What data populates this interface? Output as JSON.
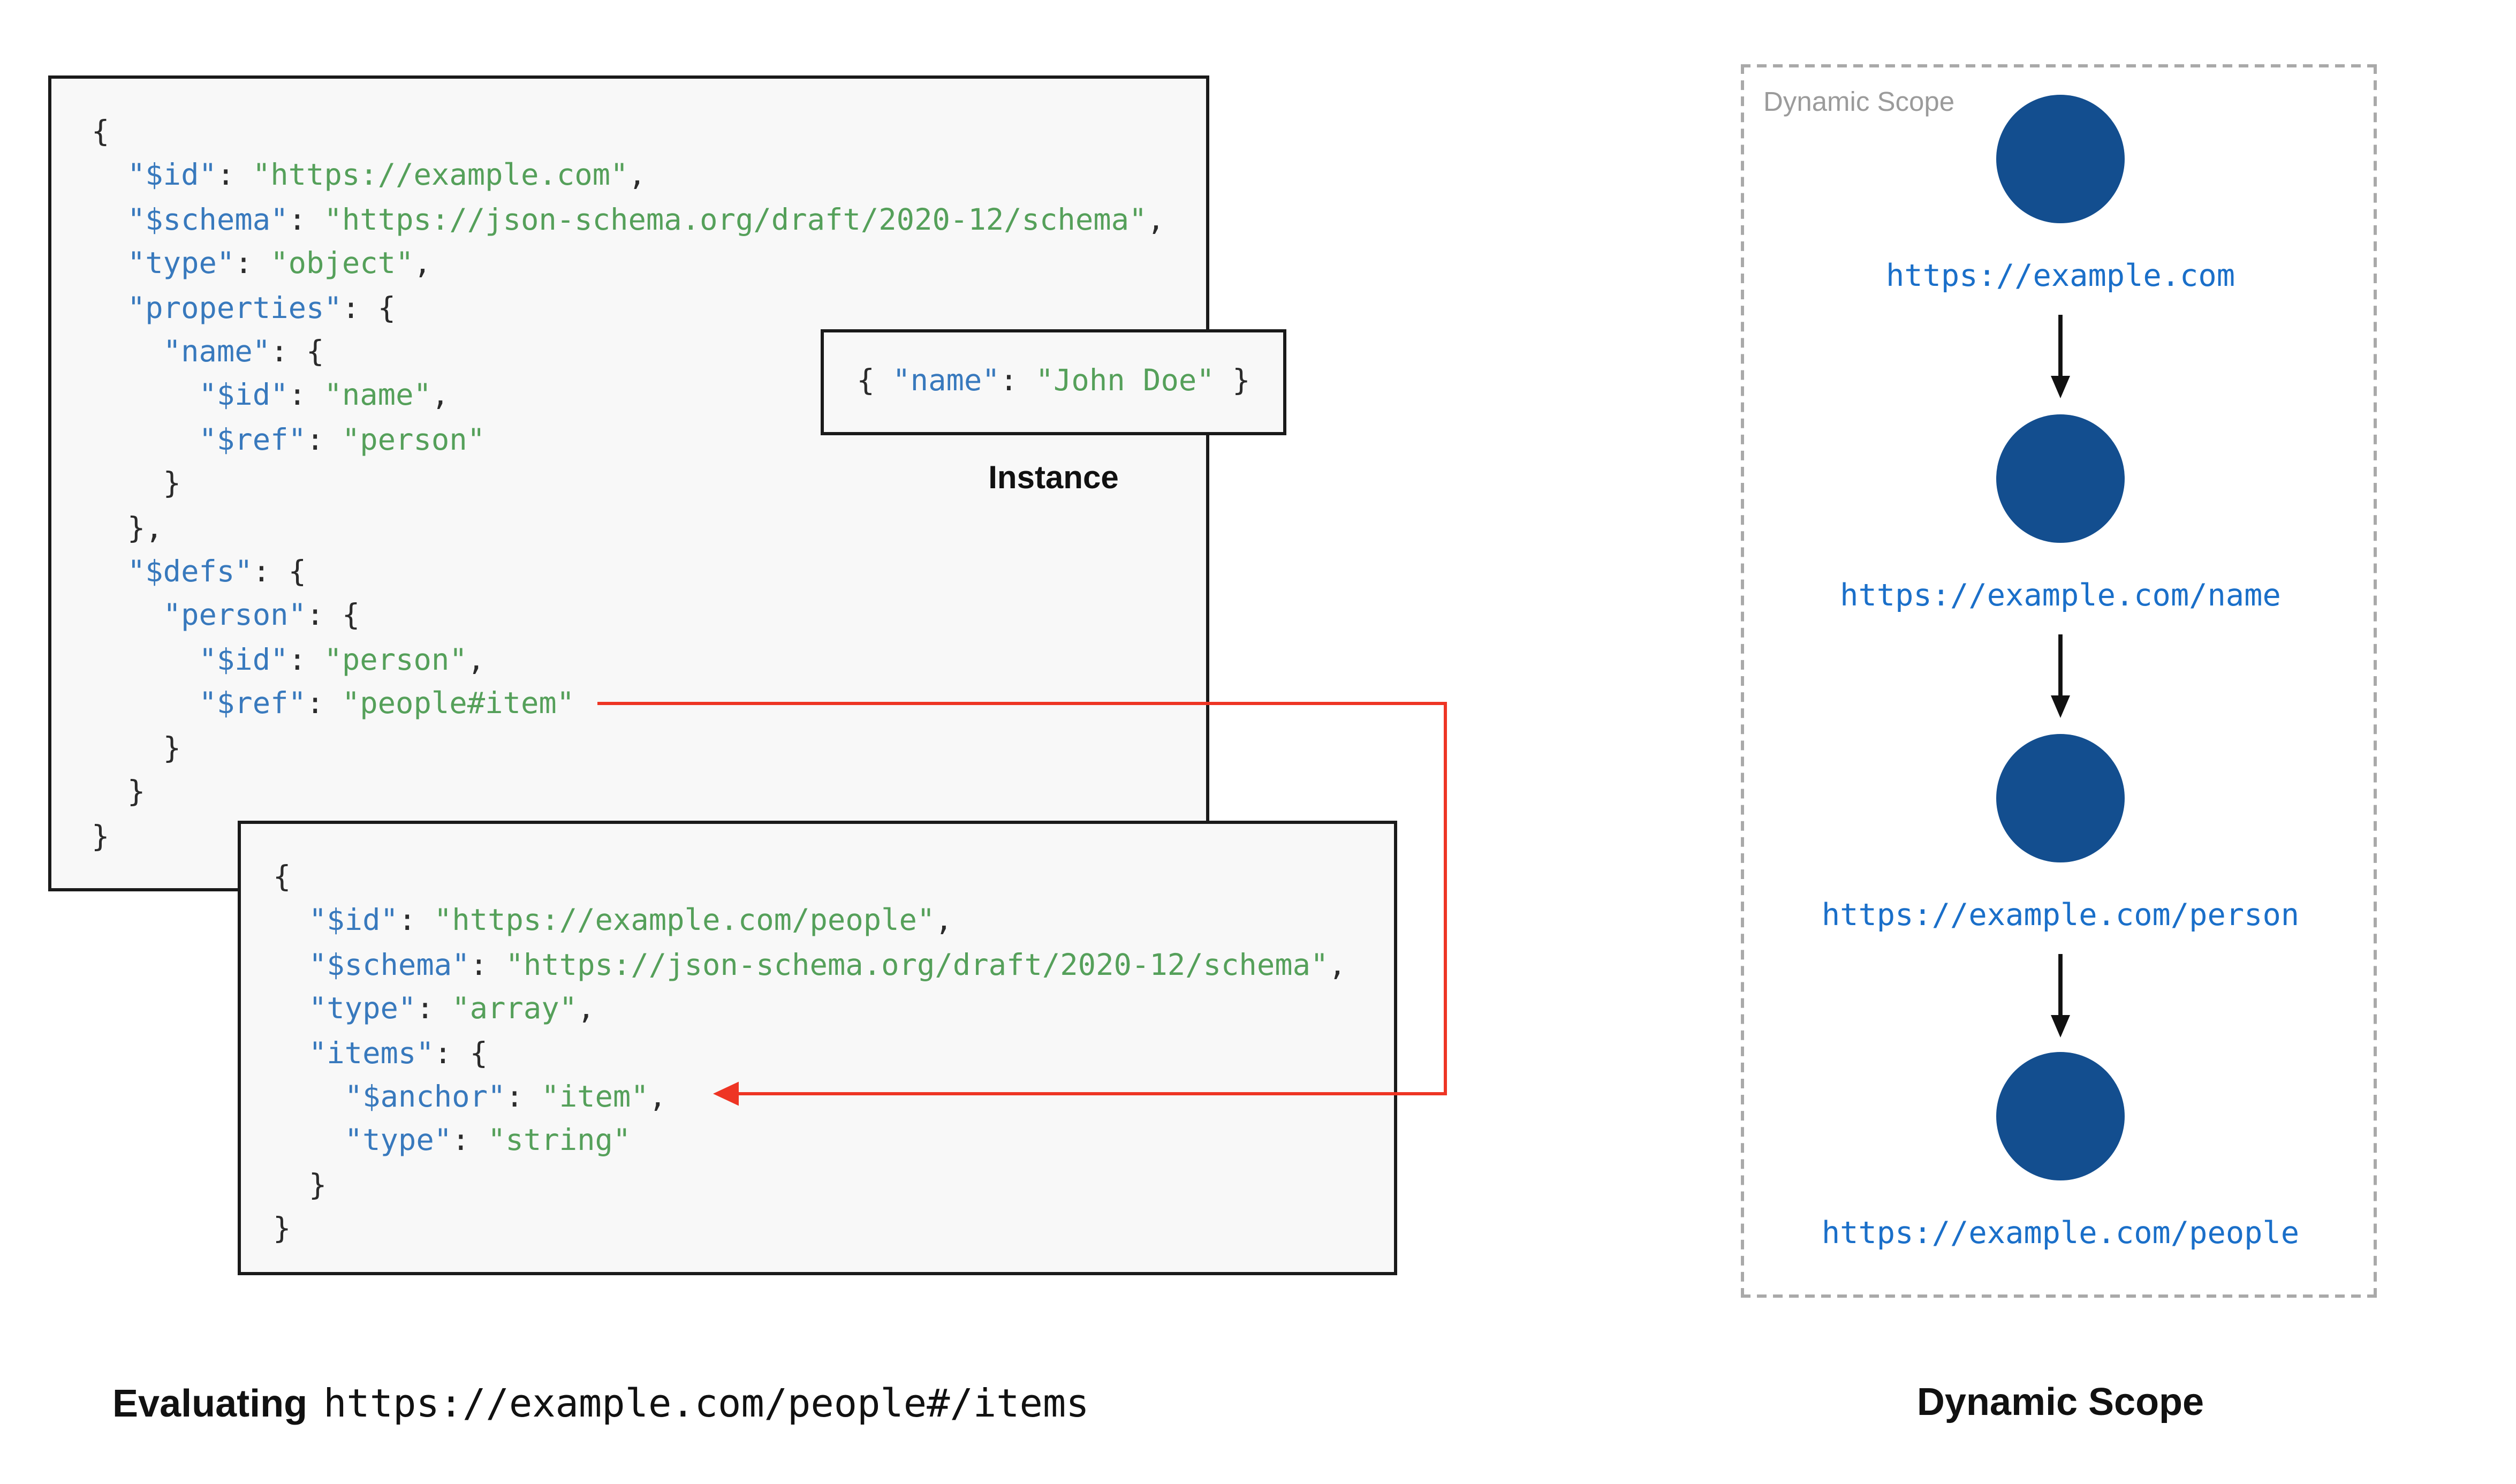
{
  "colors": {
    "key-blue": "#3879bd",
    "string-green": "#55a05a",
    "code-plain": "#2b2b2b",
    "node-blue": "#134e8f",
    "url-blue": "#1a6fc9",
    "arrow-red": "#ee3524",
    "box-fill": "#f8f8f8",
    "box-border": "#1a1a1a",
    "dashed-border": "#a9a9a9",
    "scope-label-gray": "#9b9b9b"
  },
  "left_panel": {
    "schema1_code": [
      [
        [
          "p",
          "{"
        ]
      ],
      [
        [
          "p",
          "  "
        ],
        [
          "k",
          "\"$id\""
        ],
        [
          "p",
          ": "
        ],
        [
          "s",
          "\"https://example.com\""
        ],
        [
          "p",
          ","
        ]
      ],
      [
        [
          "p",
          "  "
        ],
        [
          "k",
          "\"$schema\""
        ],
        [
          "p",
          ": "
        ],
        [
          "s",
          "\"https://json-schema.org/draft/2020-12/schema\""
        ],
        [
          "p",
          ","
        ]
      ],
      [
        [
          "p",
          "  "
        ],
        [
          "k",
          "\"type\""
        ],
        [
          "p",
          ": "
        ],
        [
          "s",
          "\"object\""
        ],
        [
          "p",
          ","
        ]
      ],
      [
        [
          "p",
          "  "
        ],
        [
          "k",
          "\"properties\""
        ],
        [
          "p",
          ": {"
        ]
      ],
      [
        [
          "p",
          "    "
        ],
        [
          "k",
          "\"name\""
        ],
        [
          "p",
          ": {"
        ]
      ],
      [
        [
          "p",
          "      "
        ],
        [
          "k",
          "\"$id\""
        ],
        [
          "p",
          ": "
        ],
        [
          "s",
          "\"name\""
        ],
        [
          "p",
          ","
        ]
      ],
      [
        [
          "p",
          "      "
        ],
        [
          "k",
          "\"$ref\""
        ],
        [
          "p",
          ": "
        ],
        [
          "s",
          "\"person\""
        ]
      ],
      [
        [
          "p",
          "    }"
        ]
      ],
      [
        [
          "p",
          "  },"
        ]
      ],
      [
        [
          "p",
          "  "
        ],
        [
          "k",
          "\"$defs\""
        ],
        [
          "p",
          ": {"
        ]
      ],
      [
        [
          "p",
          "    "
        ],
        [
          "k",
          "\"person\""
        ],
        [
          "p",
          ": {"
        ]
      ],
      [
        [
          "p",
          "      "
        ],
        [
          "k",
          "\"$id\""
        ],
        [
          "p",
          ": "
        ],
        [
          "s",
          "\"person\""
        ],
        [
          "p",
          ","
        ]
      ],
      [
        [
          "p",
          "      "
        ],
        [
          "k",
          "\"$ref\""
        ],
        [
          "p",
          ": "
        ],
        [
          "s",
          "\"people#item\""
        ]
      ],
      [
        [
          "p",
          "    }"
        ]
      ],
      [
        [
          "p",
          "  }"
        ]
      ],
      [
        [
          "p",
          "}"
        ]
      ]
    ],
    "instance_code": [
      [
        [
          "p",
          "{ "
        ],
        [
          "k",
          "\"name\""
        ],
        [
          "p",
          ": "
        ],
        [
          "s",
          "\"John Doe\""
        ],
        [
          "p",
          " }"
        ]
      ]
    ],
    "instance_label": "Instance",
    "schema2_code": [
      [
        [
          "p",
          "{"
        ]
      ],
      [
        [
          "p",
          "  "
        ],
        [
          "k",
          "\"$id\""
        ],
        [
          "p",
          ": "
        ],
        [
          "s",
          "\"https://example.com/people\""
        ],
        [
          "p",
          ","
        ]
      ],
      [
        [
          "p",
          "  "
        ],
        [
          "k",
          "\"$schema\""
        ],
        [
          "p",
          ": "
        ],
        [
          "s",
          "\"https://json-schema.org/draft/2020-12/schema\""
        ],
        [
          "p",
          ","
        ]
      ],
      [
        [
          "p",
          "  "
        ],
        [
          "k",
          "\"type\""
        ],
        [
          "p",
          ": "
        ],
        [
          "s",
          "\"array\""
        ],
        [
          "p",
          ","
        ]
      ],
      [
        [
          "p",
          "  "
        ],
        [
          "k",
          "\"items\""
        ],
        [
          "p",
          ": {"
        ]
      ],
      [
        [
          "p",
          "    "
        ],
        [
          "k",
          "\"$anchor\""
        ],
        [
          "p",
          ": "
        ],
        [
          "s",
          "\"item\""
        ],
        [
          "p",
          ","
        ]
      ],
      [
        [
          "p",
          "    "
        ],
        [
          "k",
          "\"type\""
        ],
        [
          "p",
          ": "
        ],
        [
          "s",
          "\"string\""
        ]
      ],
      [
        [
          "p",
          "  }"
        ]
      ],
      [
        [
          "p",
          "}"
        ]
      ]
    ],
    "caption_bold": "Evaluating",
    "caption_mono": "https://example.com/people#/items"
  },
  "right_panel": {
    "scope_label": "Dynamic Scope",
    "caption": "Dynamic Scope",
    "nodes": [
      {
        "url": "https://example.com"
      },
      {
        "url": "https://example.com/name"
      },
      {
        "url": "https://example.com/person"
      },
      {
        "url": "https://example.com/people"
      }
    ]
  }
}
